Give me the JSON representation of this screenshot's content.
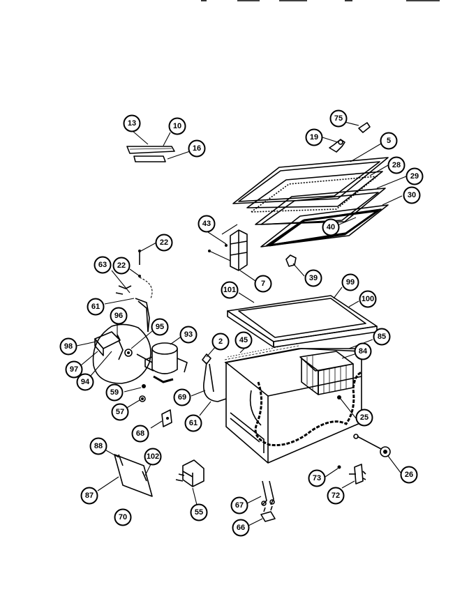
{
  "diagram": {
    "callouts": [
      "13",
      "10",
      "16",
      "75",
      "19",
      "5",
      "28",
      "29",
      "30",
      "40",
      "43",
      "22",
      "63",
      "22",
      "7",
      "39",
      "61",
      "96",
      "95",
      "98",
      "97",
      "94",
      "93",
      "2",
      "45",
      "101",
      "99",
      "100",
      "85",
      "84",
      "59",
      "57",
      "69",
      "61",
      "25",
      "68",
      "88",
      "102",
      "87",
      "70",
      "55",
      "73",
      "72",
      "26",
      "67",
      "66"
    ]
  }
}
